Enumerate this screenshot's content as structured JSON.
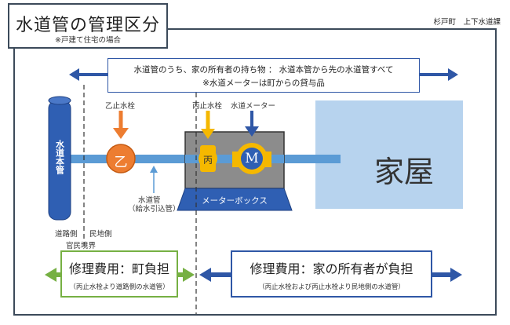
{
  "header": {
    "title": "水道管の管理区分",
    "subtitle": "※戸建て住宅の場合",
    "department": "杉戸町　上下水道課"
  },
  "notice": {
    "line1": "水道管のうち、家の所有者の持ち物 ： 水道本管から先の水道管すべて",
    "line2": "※水道メーターは町からの貸与品"
  },
  "diagram": {
    "main_pipe_label": "水道本管",
    "valve_otsu_glyph": "乙",
    "valve_otsu_label": "乙止水栓",
    "valve_hei_glyph": "丙",
    "valve_hei_label": "丙止水栓",
    "meter_glyph": "M",
    "meter_label": "水道メーター",
    "service_pipe_label_line1": "水道管",
    "service_pipe_label_line2": "（給水引込管）",
    "meter_box_label": "メーターボックス",
    "house_label": "家屋",
    "road_side": "道路側",
    "private_side": "民地側",
    "boundary_label": "官民境界"
  },
  "costs": {
    "town": {
      "title": "修理費用：町負担",
      "note": "（丙止水栓より道路側の水道管）"
    },
    "owner": {
      "title": "修理費用：家の所有者が負担",
      "note": "（丙止水栓および丙止水栓より民地側の水道管）"
    }
  },
  "colors": {
    "frame": "#3c4a5a",
    "pipe_blue": "#5b9bd5",
    "main_pipe": "#2f5fb3",
    "house": "#b7d3ee",
    "meter_box": "#8c8c8c",
    "valve_orange": "#ed7d31",
    "valve_yellow": "#f5b800",
    "town_green": "#76b043",
    "owner_blue": "#2f57a6"
  }
}
